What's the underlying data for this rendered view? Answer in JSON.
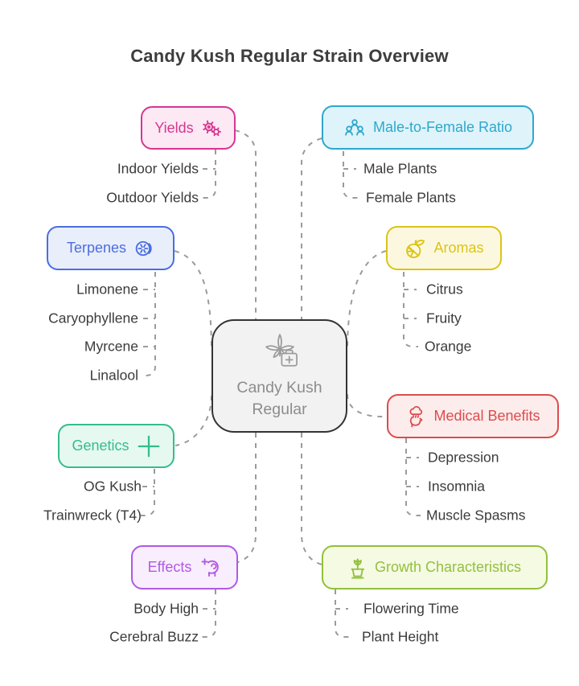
{
  "title": "Candy Kush Regular Strain Overview",
  "center": {
    "label_line1": "Candy Kush",
    "label_line2": "Regular",
    "icon": "cannabis-medical-kit",
    "border_color": "#333333",
    "bg": "#f2f2f2",
    "text_color": "#8c8c8c"
  },
  "connector_color": "#9b9b9b",
  "leaf_text_color": "#3b3b3b",
  "branches": {
    "yields": {
      "label": "Yields",
      "icon": "gears-icon",
      "color": "#d6368f",
      "bg": "#fce9f4",
      "children": [
        "Indoor Yields",
        "Outdoor Yields"
      ]
    },
    "ratio": {
      "label": "Male-to-Female Ratio",
      "icon": "people-group-icon",
      "color": "#2ea7cd",
      "bg": "#def4fa",
      "children": [
        "Male Plants",
        "Female Plants"
      ]
    },
    "terpenes": {
      "label": "Terpenes",
      "icon": "kiwi-slice-icon",
      "color": "#4a6ee0",
      "bg": "#e9eefb",
      "children": [
        "Limonene",
        "Caryophyllene",
        "Myrcene",
        "Linalool"
      ]
    },
    "aromas": {
      "label": "Aromas",
      "icon": "citrus-fruit-icon",
      "color": "#dcc416",
      "bg": "#fcf8e0",
      "children": [
        "Citrus",
        "Fruity",
        "Orange"
      ]
    },
    "genetics": {
      "label": "Genetics",
      "icon": "plus-icon",
      "color": "#34bd8c",
      "bg": "#e6f9f0",
      "children": [
        "OG Kush",
        "Trainwreck (T4)"
      ]
    },
    "medical": {
      "label": "Medical Benefits",
      "icon": "mind-cloud-icon",
      "color": "#dc4c4c",
      "bg": "#fdecec",
      "children": [
        "Depression",
        "Insomnia",
        "Muscle Spasms"
      ]
    },
    "effects": {
      "label": "Effects",
      "icon": "head-plus-icon",
      "color": "#b159e2",
      "bg": "#f8eefd",
      "children": [
        "Body High",
        "Cerebral Buzz"
      ]
    },
    "growth": {
      "label": "Growth Characteristics",
      "icon": "potted-plant-icon",
      "color": "#93c03d",
      "bg": "#f5fae3",
      "children": [
        "Flowering Time",
        "Plant Height"
      ]
    }
  }
}
